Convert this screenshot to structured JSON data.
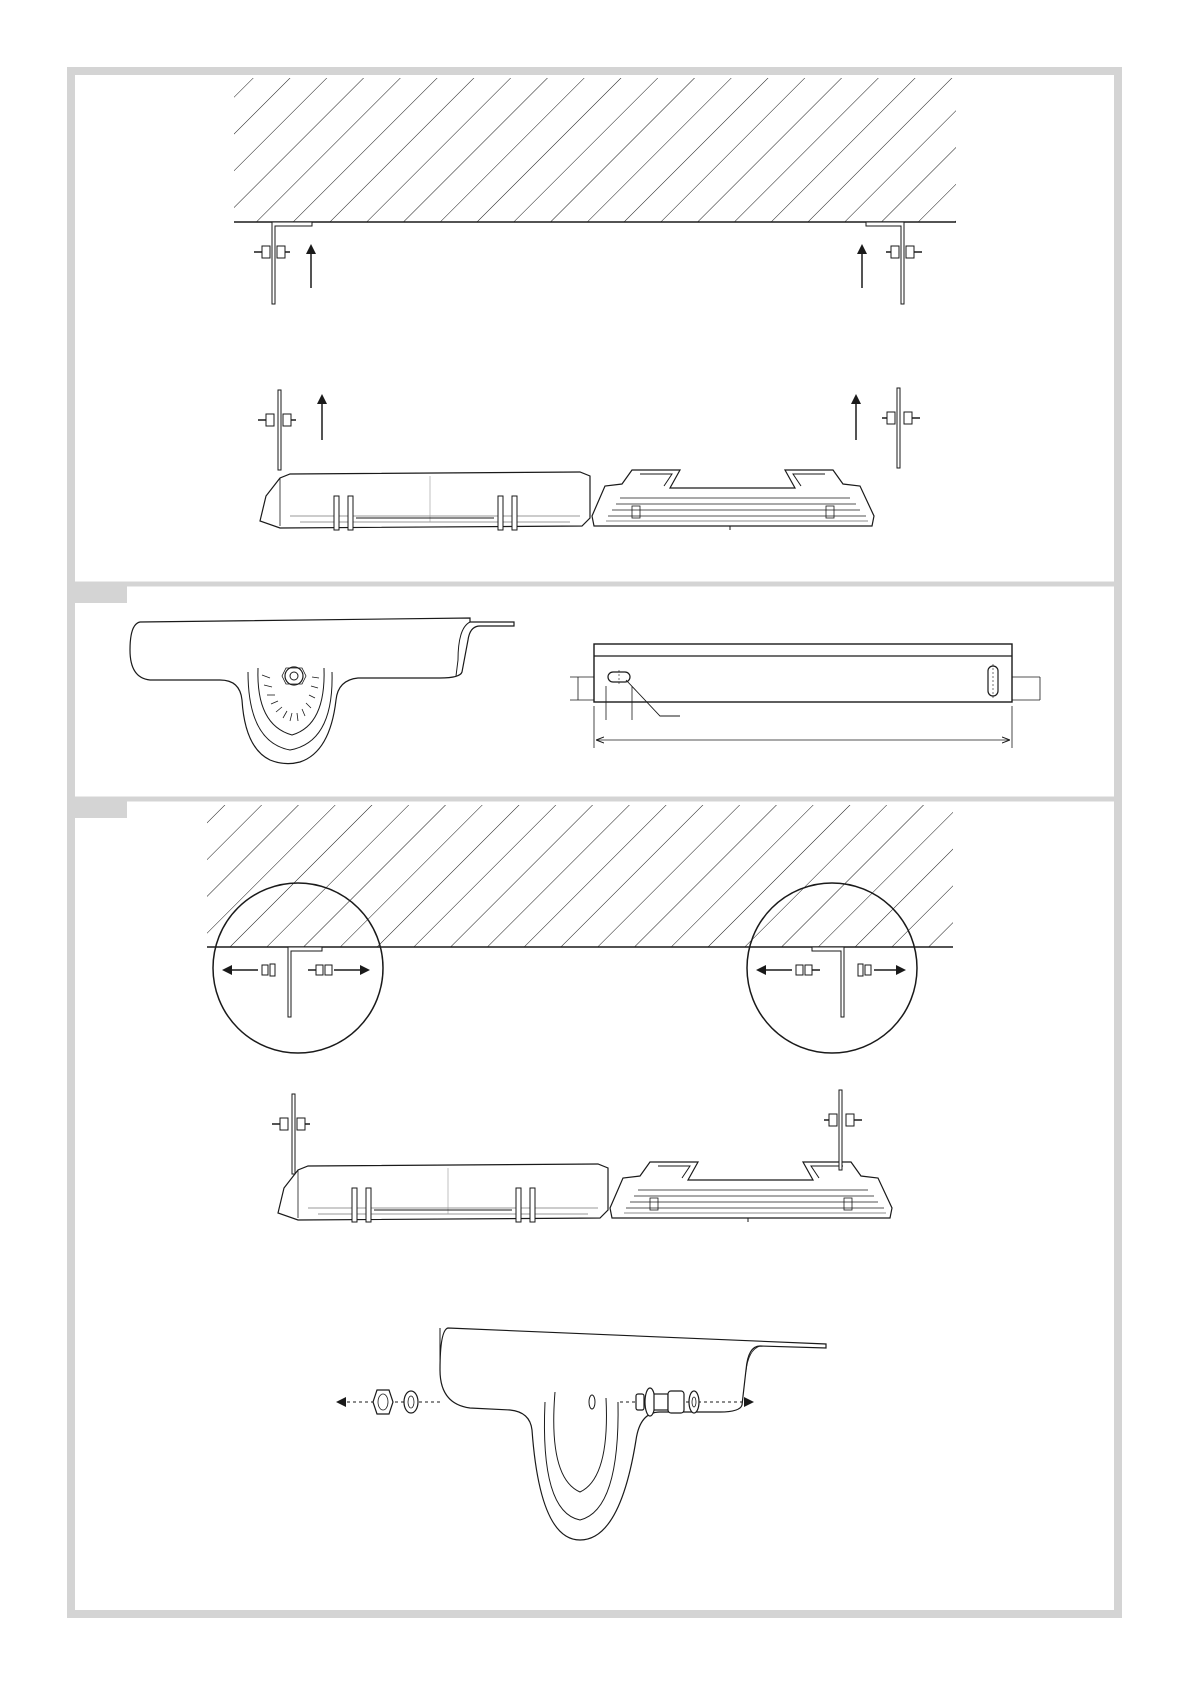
{
  "sheet": {
    "frame_color": "#d4d4d4",
    "line_color": "#1a1a1a",
    "background": "#ffffff"
  },
  "panels": [
    {
      "id": "panel-1",
      "has_tab": false
    },
    {
      "id": "panel-2",
      "has_tab": true
    },
    {
      "id": "panel-3",
      "has_tab": true
    }
  ],
  "icons": [
    "up-arrow-icon",
    "left-arrow-icon",
    "right-arrow-icon",
    "bolt-icon",
    "nut-icon",
    "washer-icon"
  ]
}
